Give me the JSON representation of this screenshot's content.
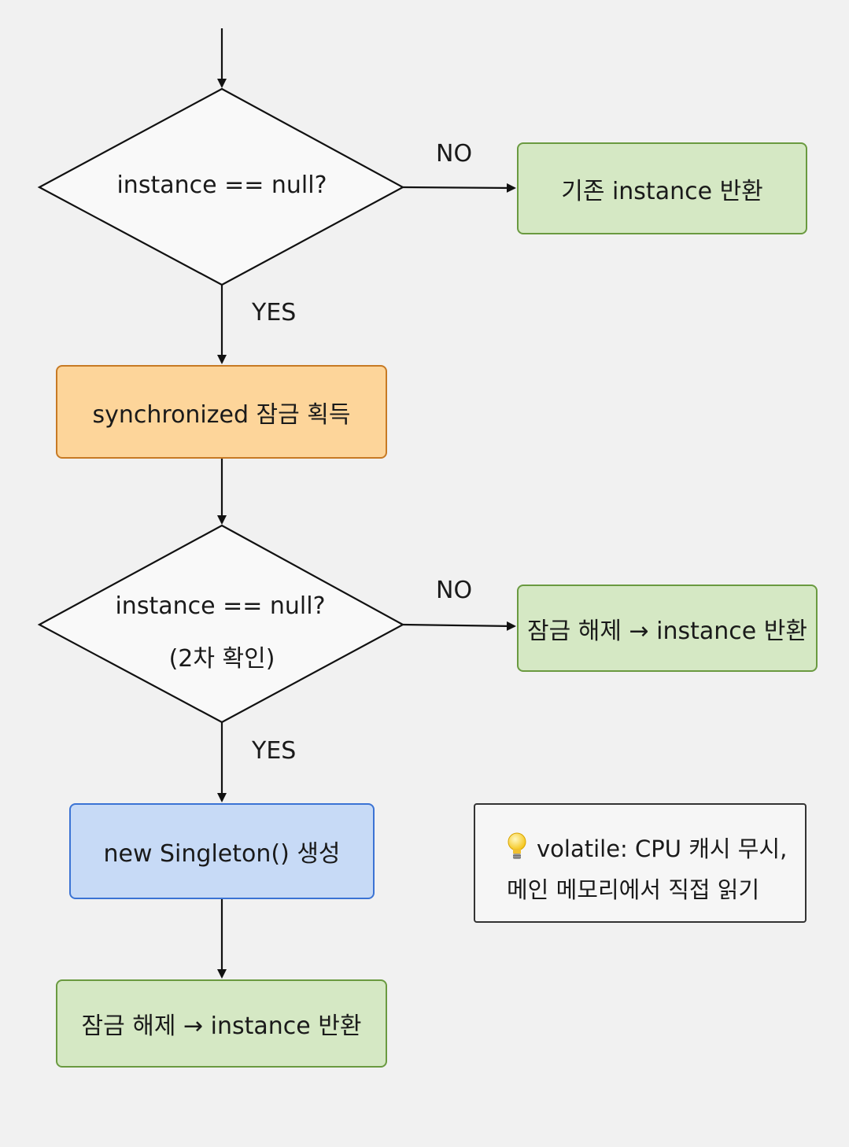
{
  "nodes": {
    "decision1": {
      "label": "instance == null?"
    },
    "existing_return": {
      "label": "기존 instance 반환"
    },
    "lock_acquire": {
      "label": "synchronized 잠금 획득"
    },
    "decision2": {
      "label": "instance == null?",
      "sublabel": "(2차 확인)"
    },
    "unlock_return_1": {
      "label": "잠금 해제 → instance 반환"
    },
    "create": {
      "label": "new Singleton() 생성"
    },
    "unlock_return_2": {
      "label": "잠금 해제 → instance 반환"
    }
  },
  "edge_labels": {
    "no_1": "NO",
    "yes_1": "YES",
    "no_2": "NO",
    "yes_2": "YES"
  },
  "note": {
    "icon": "lightbulb-icon",
    "line1": "volatile: CPU 캐시 무시,",
    "line2": "메인 메모리에서 직접 읽기"
  },
  "colors": {
    "green_fill": "#d5e8c4",
    "orange_fill": "#fdd59a",
    "blue_fill": "#c7daf6"
  }
}
